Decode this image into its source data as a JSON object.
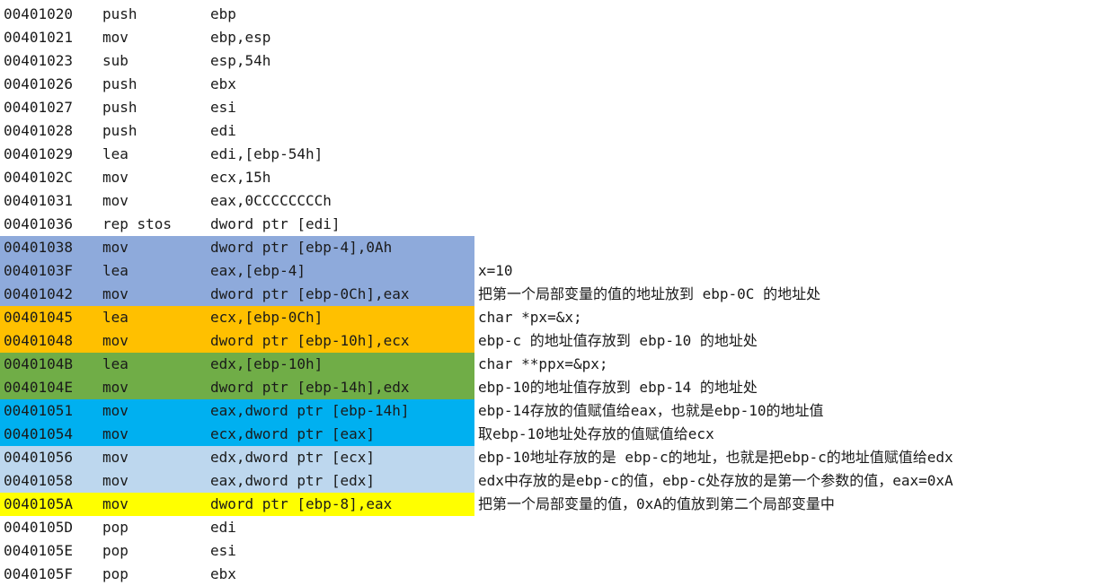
{
  "highlight_colors": {
    "blue_gray": "#8eaadb",
    "orange": "#ffc000",
    "green": "#70ad47",
    "bright_blue": "#00b0f0",
    "light_blue": "#bdd7ee",
    "yellow": "#ffff00"
  },
  "rows": [
    {
      "addr": "00401020",
      "op": "push",
      "arg": "ebp",
      "note": "",
      "highlight": ""
    },
    {
      "addr": "00401021",
      "op": "mov",
      "arg": "ebp,esp",
      "note": "",
      "highlight": ""
    },
    {
      "addr": "00401023",
      "op": "sub",
      "arg": "esp,54h",
      "note": "",
      "highlight": ""
    },
    {
      "addr": "00401026",
      "op": "push",
      "arg": "ebx",
      "note": "",
      "highlight": ""
    },
    {
      "addr": "00401027",
      "op": "push",
      "arg": "esi",
      "note": "",
      "highlight": ""
    },
    {
      "addr": "00401028",
      "op": "push",
      "arg": "edi",
      "note": "",
      "highlight": ""
    },
    {
      "addr": "00401029",
      "op": "lea",
      "arg": "edi,[ebp-54h]",
      "note": "",
      "highlight": ""
    },
    {
      "addr": "0040102C",
      "op": "mov",
      "arg": "ecx,15h",
      "note": "",
      "highlight": ""
    },
    {
      "addr": "00401031",
      "op": "mov",
      "arg": "eax,0CCCCCCCCh",
      "note": "",
      "highlight": ""
    },
    {
      "addr": "00401036",
      "op": "rep stos",
      "arg": "dword ptr [edi]",
      "note": "",
      "highlight": ""
    },
    {
      "addr": "00401038",
      "op": "mov",
      "arg": "dword ptr [ebp-4],0Ah",
      "note": "",
      "highlight": "#8eaadb"
    },
    {
      "addr": "0040103F",
      "op": "lea",
      "arg": "eax,[ebp-4]",
      "note": "x=10",
      "highlight": "#8eaadb"
    },
    {
      "addr": "00401042",
      "op": "mov",
      "arg": "dword ptr [ebp-0Ch],eax",
      "note": "把第一个局部变量的值的地址放到 ebp-0C 的地址处",
      "highlight": "#8eaadb"
    },
    {
      "addr": "00401045",
      "op": "lea",
      "arg": "ecx,[ebp-0Ch]",
      "note": "char *px=&x;",
      "highlight": "#ffc000"
    },
    {
      "addr": "00401048",
      "op": "mov",
      "arg": "dword ptr [ebp-10h],ecx",
      "note": "ebp-c 的地址值存放到 ebp-10 的地址处",
      "highlight": "#ffc000"
    },
    {
      "addr": "0040104B",
      "op": "lea",
      "arg": "edx,[ebp-10h]",
      "note": "char **ppx=&px;",
      "highlight": "#70ad47"
    },
    {
      "addr": "0040104E",
      "op": "mov",
      "arg": "dword ptr [ebp-14h],edx",
      "note": "ebp-10的地址值存放到 ebp-14 的地址处",
      "highlight": "#70ad47"
    },
    {
      "addr": "00401051",
      "op": "mov",
      "arg": "eax,dword ptr [ebp-14h]",
      "note": "ebp-14存放的值赋值给eax，也就是ebp-10的地址值",
      "highlight": "#00b0f0"
    },
    {
      "addr": "00401054",
      "op": "mov",
      "arg": "ecx,dword ptr [eax]",
      "note": "取ebp-10地址处存放的值赋值给ecx",
      "highlight": "#00b0f0"
    },
    {
      "addr": "00401056",
      "op": "mov",
      "arg": "edx,dword ptr [ecx]",
      "note": "ebp-10地址存放的是 ebp-c的地址，也就是把ebp-c的地址值赋值给edx",
      "highlight": "#bdd7ee"
    },
    {
      "addr": "00401058",
      "op": "mov",
      "arg": "eax,dword ptr [edx]",
      "note": "edx中存放的是ebp-c的值，ebp-c处存放的是第一个参数的值，eax=0xA",
      "highlight": "#bdd7ee"
    },
    {
      "addr": "0040105A",
      "op": "mov",
      "arg": "dword ptr [ebp-8],eax",
      "note": "把第一个局部变量的值，0xA的值放到第二个局部变量中",
      "highlight": "#ffff00"
    },
    {
      "addr": "0040105D",
      "op": "pop",
      "arg": "edi",
      "note": "",
      "highlight": ""
    },
    {
      "addr": "0040105E",
      "op": "pop",
      "arg": "esi",
      "note": "",
      "highlight": ""
    },
    {
      "addr": "0040105F",
      "op": "pop",
      "arg": "ebx",
      "note": "",
      "highlight": ""
    }
  ]
}
